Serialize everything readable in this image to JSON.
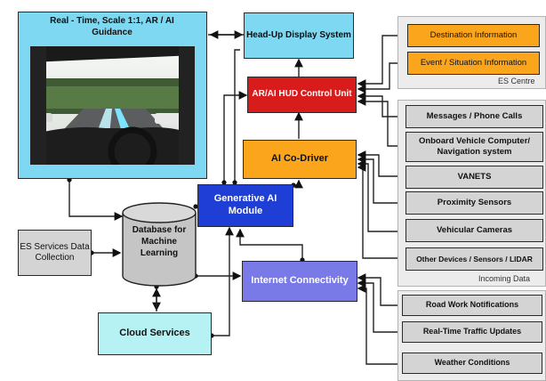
{
  "nodes": {
    "display_title": "Real - Time, Scale 1:1, AR / AI Guidance",
    "hud_system": "Head-Up Display System",
    "hud_control": "AR/AI HUD Control Unit",
    "codriver": "AI Co-Driver",
    "genai": "Generative AI Module",
    "database": "Database for Machine Learning",
    "es_services": "ES Services Data Collection",
    "internet": "Internet Connectivity",
    "cloud": "Cloud Services"
  },
  "es_centre": {
    "label": "ES Centre",
    "items": [
      "Destination Information",
      "Event / Situation Information"
    ]
  },
  "incoming": {
    "label": "Incoming Data",
    "items": [
      "Messages / Phone Calls",
      "Onboard Vehicle Computer/ Navigation system",
      "VANETS",
      "Proximity Sensors",
      "Vehicular Cameras",
      "Other Devices / Sensors / LIDAR"
    ]
  },
  "internet_feeds": {
    "items": [
      "Road Work Notifications",
      "Real-Time Traffic Updates",
      "Weather Conditions"
    ]
  },
  "colors": {
    "lightblue": "#7fd8f1",
    "red": "#d81b1b",
    "orange": "#fba51c",
    "blue": "#1e3ed6",
    "periwinkle": "#7979e8",
    "cyan": "#b6f2f3",
    "gray": "#d4d4d4"
  }
}
